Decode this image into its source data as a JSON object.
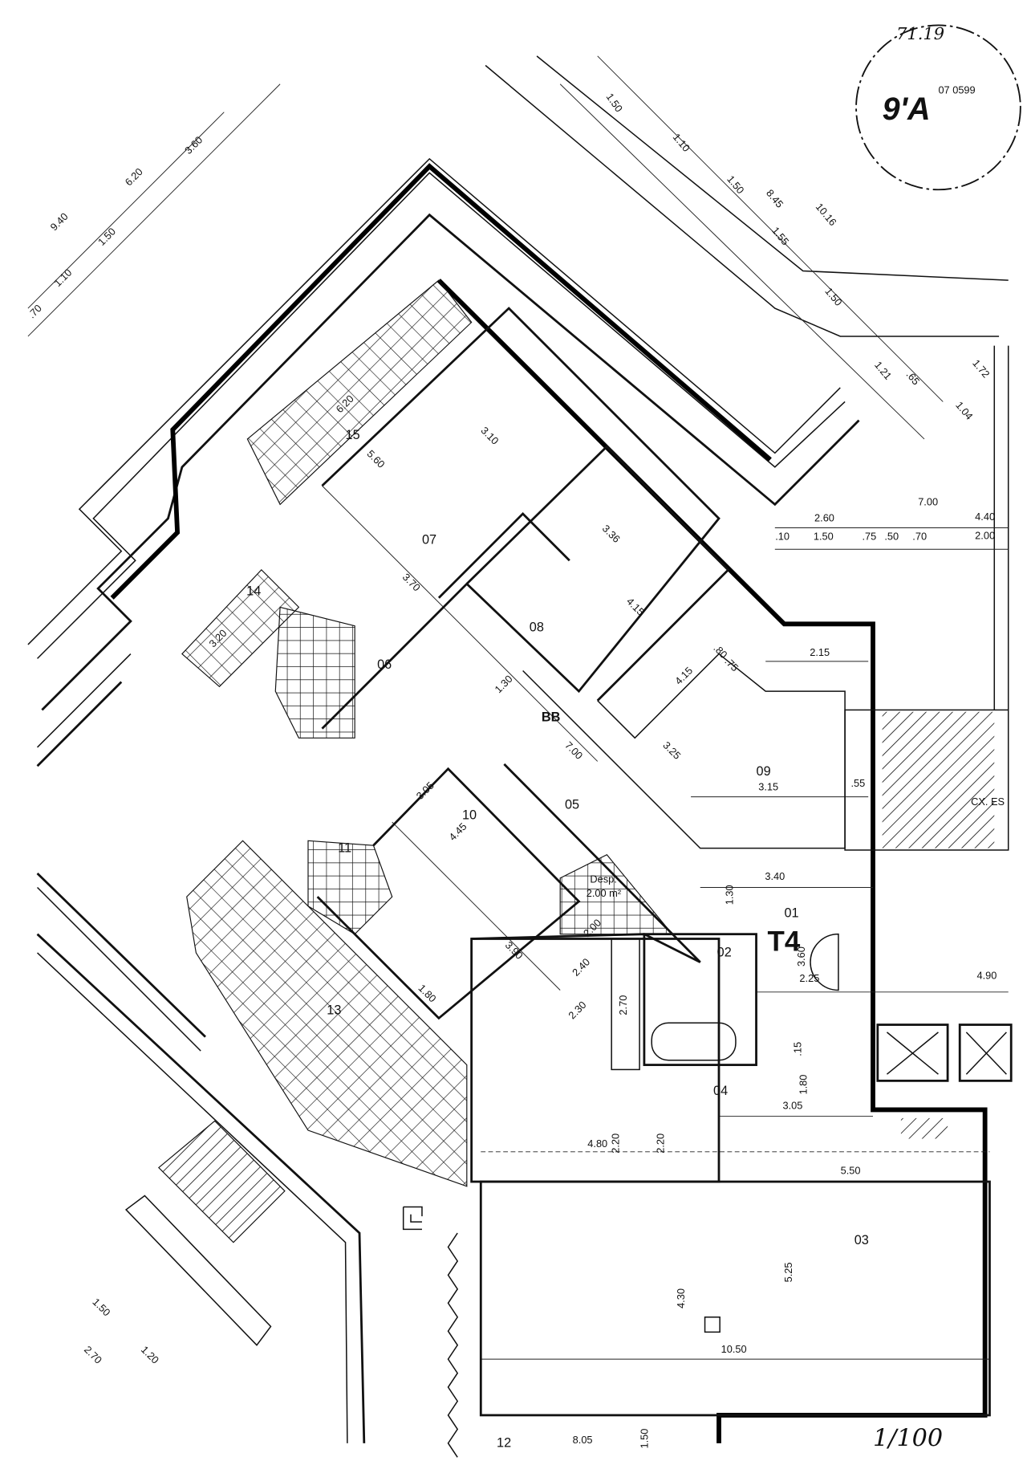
{
  "drawing": {
    "unit_label": "T4",
    "scale": "1/100",
    "rooms": [
      "01",
      "02",
      "03",
      "04",
      "05",
      "06",
      "07",
      "08",
      "09",
      "10",
      "11",
      "13",
      "14",
      "15",
      "12"
    ],
    "extra_labels": {
      "bb": "BB",
      "desp": "Desp.",
      "desp_area": "2.00 m²",
      "cx": "CX. ES"
    },
    "dimensions": [
      "9.40",
      "6.20",
      "3.60",
      "1.50",
      "1.10",
      ".70",
      "1.50",
      "1.10",
      "1.50",
      "8.45",
      "10.16",
      "1.55",
      "1.50",
      "1.21",
      ".65",
      "1.72",
      "1.04",
      "6.20",
      "3.10",
      "5.60",
      "3.70",
      "3.36",
      "4.15",
      ".80",
      ".75",
      "2.15",
      "4.15",
      "3.25",
      "3.15",
      ".55",
      "1.30",
      "7.00",
      "3.05",
      "4.45",
      "3.90",
      "1.80",
      "3.40",
      "1.30",
      "3.60",
      "2.25",
      "4.90",
      "2.70",
      "2.30",
      "2.40",
      "2.00",
      ".15",
      "1.80",
      "3.05",
      "2.20",
      "2.20",
      "4.80",
      "5.50",
      "5.25",
      "4.30",
      "10.50",
      "8.05",
      "1.50",
      "7.00",
      "2.60",
      "4.40",
      ".10",
      "1.50",
      ".75",
      ".50",
      ".70",
      "2.00",
      "3.20",
      "1.50",
      "2.70",
      "1.20"
    ]
  },
  "stamp": {
    "main": "9'A",
    "handwriting": "71.19",
    "number": "07 0599"
  },
  "colors": {
    "ink": "#111111",
    "paper": "#ffffff"
  }
}
